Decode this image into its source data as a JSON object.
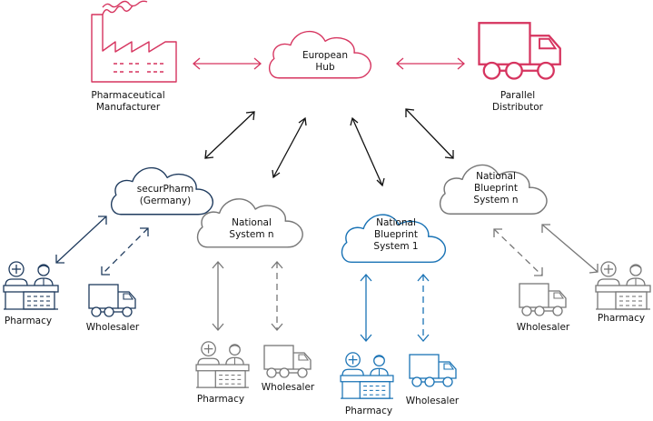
{
  "nodes": {
    "european_hub": {
      "line1": "European",
      "line2": "Hub"
    },
    "manufacturer": {
      "line1": "Pharmaceutical",
      "line2": "Manufacturer"
    },
    "parallel_distributor": {
      "line1": "Parallel",
      "line2": "Distributor"
    },
    "securpharm": {
      "line1": "securPharm",
      "line2": "(Germany)"
    },
    "national_system_n": {
      "line1": "National",
      "line2": "System n"
    },
    "blueprint_1": {
      "line1": "National",
      "line2": "Blueprint",
      "line3": "System 1"
    },
    "blueprint_n": {
      "line1": "National",
      "line2": "Blueprint",
      "line3": "System n"
    }
  },
  "endpoints": {
    "securpharm_pharmacy": "Pharmacy",
    "securpharm_wholesaler": "Wholesaler",
    "system_n_pharmacy": "Pharmacy",
    "system_n_wholesaler": "Wholesaler",
    "blueprint1_pharmacy": "Pharmacy",
    "blueprint1_wholesaler": "Wholesaler",
    "blueprintn_wholesaler": "Wholesaler",
    "blueprintn_pharmacy": "Pharmacy"
  },
  "colors": {
    "red": "#d6345f",
    "navy": "#1f3b5e",
    "blue": "#1a73b5",
    "gray": "#777777",
    "black": "#111111"
  }
}
